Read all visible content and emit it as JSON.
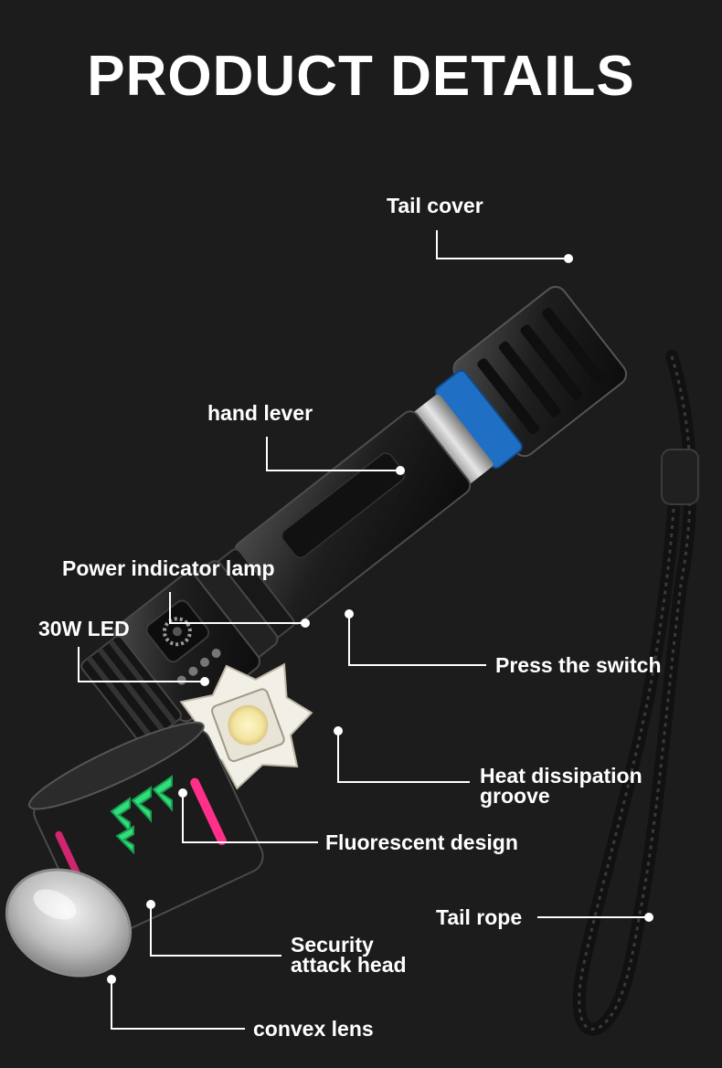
{
  "title": "PRODUCT DETAILS",
  "labels": {
    "tail_cover": "Tail cover",
    "hand_lever": "hand lever",
    "power_indicator": "Power indicator lamp",
    "led": "30W LED",
    "press_switch": "Press the switch",
    "heat_groove_1": "Heat dissipation",
    "heat_groove_2": "groove",
    "fluorescent": "Fluorescent design",
    "tail_rope": "Tail rope",
    "security_head_1": "Security",
    "security_head_2": "attack head",
    "convex_lens": "convex lens"
  },
  "colors": {
    "background": "#1c1c1c",
    "body": "#2a2a2a",
    "blue_ring": "#1f6fc4",
    "green_arrow": "#2fe07a",
    "pink_accent": "#ff2f8a",
    "callout_line": "#ffffff"
  }
}
